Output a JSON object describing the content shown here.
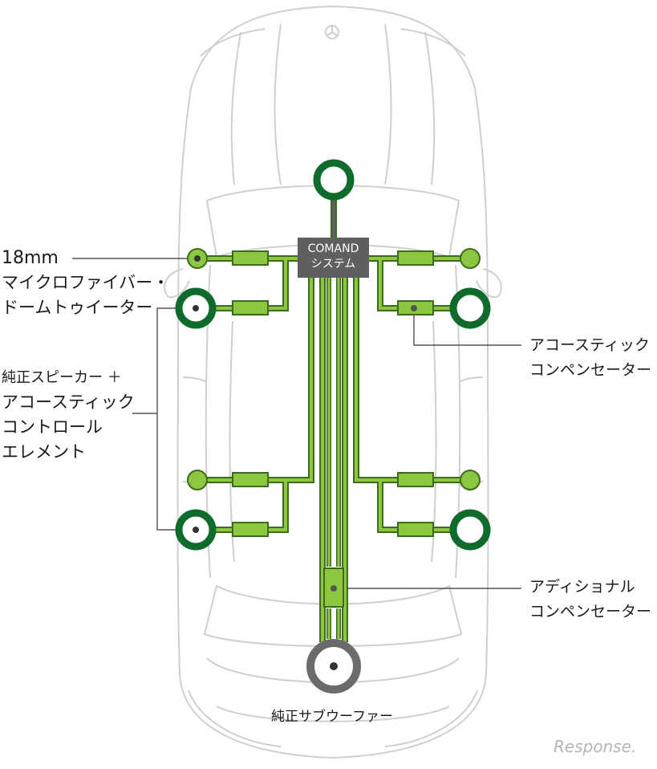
{
  "labels": {
    "tweeter": [
      "18mm",
      "マイクロファイバー・",
      "ドームトゥイーター"
    ],
    "speaker": [
      "純正スピーカー ＋",
      "アコースティック",
      "コントロール",
      "エレメント"
    ],
    "acoustic_comp": [
      "アコースティック",
      "コンペンセーター"
    ],
    "additional_comp": [
      "アディショナル",
      "コンペンセーター"
    ],
    "subwoofer": "純正サブウーファー",
    "comand": [
      "COMAND",
      "システム"
    ]
  },
  "logo": "Response.",
  "colors": {
    "dark_green": "#0f6b2b",
    "light_green": "#8dc63f",
    "outline_green": "#3d6b1e",
    "gray_box": "#5f5f5f",
    "car_line": "#cfcfcf",
    "subwoofer": "#6b6b6b"
  }
}
